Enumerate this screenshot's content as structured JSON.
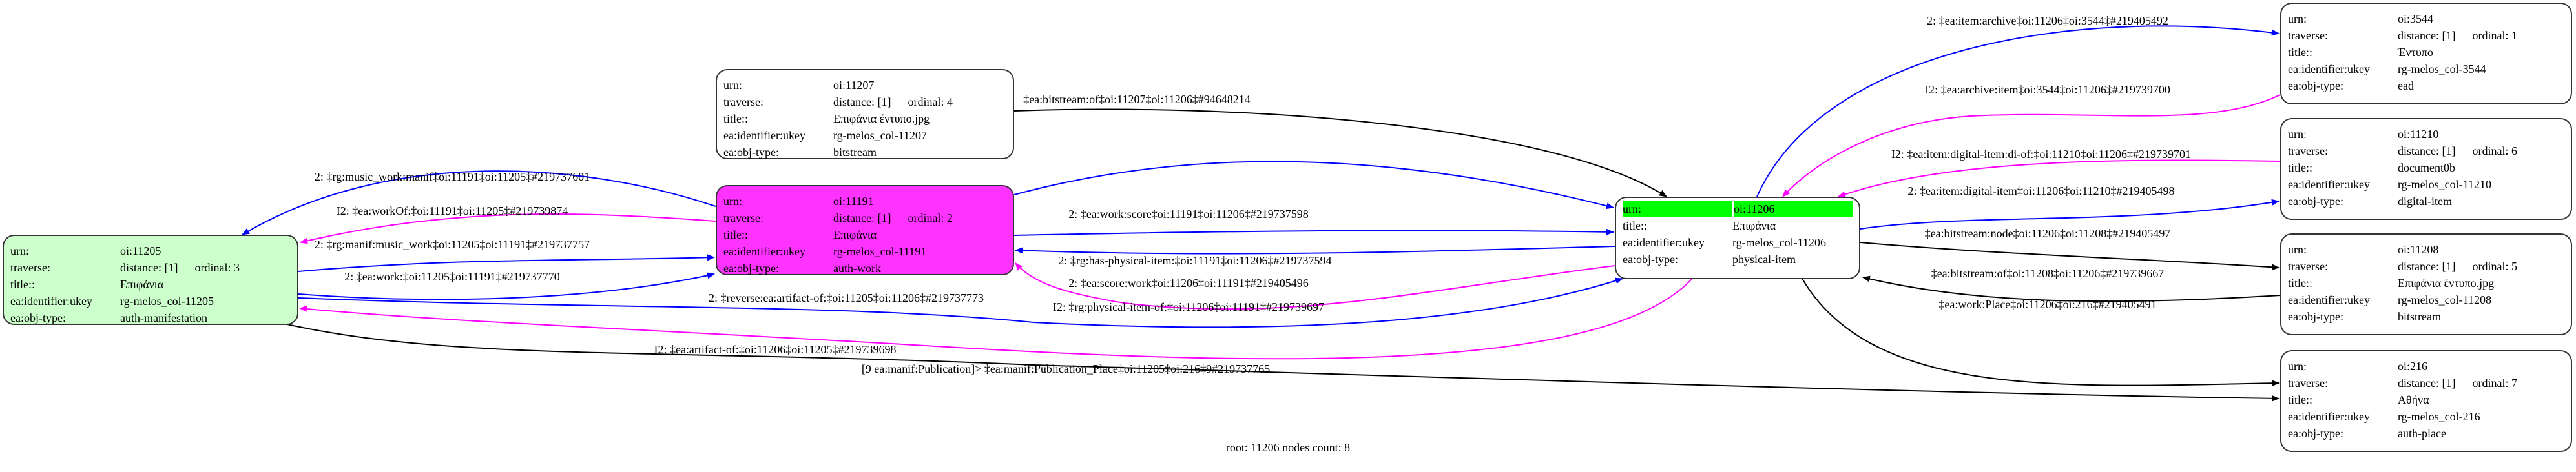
{
  "colors": {
    "blue": "#0000ff",
    "magenta": "#ff00ff",
    "black": "#000000",
    "root_highlight": "#00ff00",
    "work_fill": "#ff33ff",
    "manif_fill": "#ccffcc",
    "default_fill": "#ffffff"
  },
  "field_labels": {
    "urn": "urn:",
    "traverse": "traverse:",
    "title": "title::",
    "ukey": "ea:identifier:ukey",
    "objtype": "ea:obj-type:"
  },
  "nodes": [
    {
      "key": "n11205",
      "urn": "oi:11205",
      "distance": "distance: [1]",
      "ordinal": "ordinal: 3",
      "title": "Επιφάνια",
      "ukey": "rg-melos_col-11205",
      "objtype": "auth-manifestation"
    },
    {
      "key": "n11207",
      "urn": "oi:11207",
      "distance": "distance: [1]",
      "ordinal": "ordinal: 4",
      "title": "Επιφάνια έντυπο.jpg",
      "ukey": "rg-melos_col-11207",
      "objtype": "bitstream"
    },
    {
      "key": "n11191",
      "urn": "oi:11191",
      "distance": "distance: [1]",
      "ordinal": "ordinal: 2",
      "title": "Επιφάνια",
      "ukey": "rg-melos_col-11191",
      "objtype": "auth-work"
    },
    {
      "key": "n11206",
      "urn": "oi:11206",
      "title": "Επιφάνια",
      "ukey": "rg-melos_col-11206",
      "objtype": "physical-item",
      "root": true
    },
    {
      "key": "n3544",
      "urn": "oi:3544",
      "distance": "distance: [1]",
      "ordinal": "ordinal: 1",
      "title": "Έντυπο",
      "ukey": "rg-melos_col-3544",
      "objtype": "ead"
    },
    {
      "key": "n11210",
      "urn": "oi:11210",
      "distance": "distance: [1]",
      "ordinal": "ordinal: 6",
      "title": "document0b",
      "ukey": "rg-melos_col-11210",
      "objtype": "digital-item"
    },
    {
      "key": "n11208",
      "urn": "oi:11208",
      "distance": "distance: [1]",
      "ordinal": "ordinal: 5",
      "title": "Επιφάνια έντυπο.jpg",
      "ukey": "rg-melos_col-11208",
      "objtype": "bitstream"
    },
    {
      "key": "n216",
      "urn": "oi:216",
      "distance": "distance: [1]",
      "ordinal": "ordinal: 7",
      "title": "Αθήνα",
      "ukey": "rg-melos_col-216",
      "objtype": "auth-place"
    }
  ],
  "edges": [
    {
      "from": "oi:11191",
      "to": "oi:11205",
      "color": "blue",
      "label": "2: ‡rg:music_work:manif‡oi:11191‡oi:11205‡#219737601"
    },
    {
      "from": "oi:11191",
      "to": "oi:11205",
      "color": "magenta",
      "label": "I2: ‡ea:workOf:‡oi:11191‡oi:11205‡#219739874"
    },
    {
      "from": "oi:11205",
      "to": "oi:11191",
      "color": "blue",
      "label": "2: ‡rg:manif:music_work‡oi:11205‡oi:11191‡#219737757"
    },
    {
      "from": "oi:11205",
      "to": "oi:11191",
      "color": "blue",
      "label": "2: ‡ea:work:‡oi:11205‡oi:11191‡#219737770"
    },
    {
      "from": "oi:11205",
      "to": "oi:11206",
      "color": "blue",
      "label": "2: ‡reverse:ea:artifact-of:‡oi:11205‡oi:11206‡#219737773"
    },
    {
      "from": "oi:11206",
      "to": "oi:11205",
      "color": "magenta",
      "label": "I2: ‡ea:artifact-of:‡oi:11206‡oi:11205‡#219739698"
    },
    {
      "from": "oi:11205",
      "to": "oi:216",
      "color": "black",
      "label": "[9 ea:manif:Publication]> ‡ea:manif:Publication_Place‡oi:11205‡oi:216‡9#219737765"
    },
    {
      "from": "oi:11207",
      "to": "oi:11206",
      "color": "black",
      "label": "‡ea:bitstream:of‡oi:11207‡oi:11206‡#94648214"
    },
    {
      "from": "oi:11191",
      "to": "oi:11206",
      "color": "blue",
      "label": "2: ‡ea:work:score‡oi:11191‡oi:11206‡#219737598"
    },
    {
      "from": "oi:11191",
      "to": "oi:11206",
      "color": "blue",
      "label": "2: ‡rg:has-physical-item:‡oi:11191‡oi:11206‡#219737594"
    },
    {
      "from": "oi:11206",
      "to": "oi:11191",
      "color": "blue",
      "label": "2: ‡ea:score:work‡oi:11206‡oi:11191‡#219405496"
    },
    {
      "from": "oi:11206",
      "to": "oi:11191",
      "color": "magenta",
      "label": "I2: ‡rg:physical-item-of:‡oi:11206‡oi:11191‡#219739697"
    },
    {
      "from": "oi:11206",
      "to": "oi:3544",
      "color": "blue",
      "label": "2: ‡ea:item:archive‡oi:11206‡oi:3544‡#219405492"
    },
    {
      "from": "oi:3544",
      "to": "oi:11206",
      "color": "magenta",
      "label": "I2: ‡ea:archive:item‡oi:3544‡oi:11206‡#219739700"
    },
    {
      "from": "oi:11210",
      "to": "oi:11206",
      "color": "magenta",
      "label": "I2: ‡ea:item:digital-item:di-of:‡oi:11210‡oi:11206‡#219739701"
    },
    {
      "from": "oi:11206",
      "to": "oi:11210",
      "color": "blue",
      "label": "2: ‡ea:item:digital-item‡oi:11206‡oi:11210‡#219405498"
    },
    {
      "from": "oi:11206",
      "to": "oi:11208",
      "color": "black",
      "label": "‡ea:bitstream:node‡oi:11206‡oi:11208‡#219405497"
    },
    {
      "from": "oi:11208",
      "to": "oi:11206",
      "color": "black",
      "label": "‡ea:bitstream:of‡oi:11208‡oi:11206‡#219739667"
    },
    {
      "from": "oi:11206",
      "to": "oi:216",
      "color": "black",
      "label": "‡ea:work:Place‡oi:11206‡oi:216‡#219405491"
    }
  ],
  "footer": "root: 11206 nodes count: 8"
}
